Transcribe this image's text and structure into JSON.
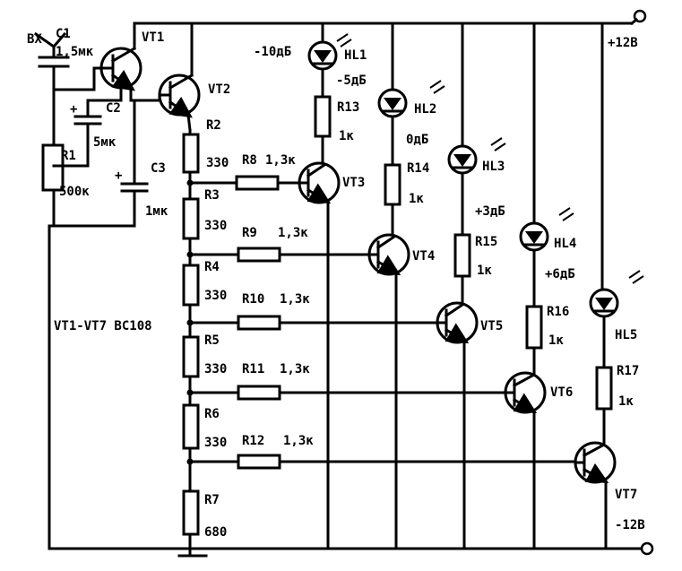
{
  "labels": {
    "input": "ВХ",
    "c1": "C1",
    "c1_val": "1,5мк",
    "c2": "C2",
    "c2_val": "5мк",
    "c3": "C3",
    "c3_val": "1мк",
    "r1": "R1",
    "r1_val": "500к",
    "vt1": "VT1",
    "vt2": "VT2",
    "vt3": "VT3",
    "vt4": "VT4",
    "vt5": "VT5",
    "vt6": "VT6",
    "vt7": "VT7",
    "r2": "R2",
    "r2_val": "330",
    "r3": "R3",
    "r3_val": "330",
    "r4": "R4",
    "r4_val": "330",
    "r5": "R5",
    "r5_val": "330",
    "r6": "R6",
    "r6_val": "330",
    "r7": "R7",
    "r7_val": "680",
    "r8": "R8",
    "r8_val": "1,3к",
    "r9": "R9",
    "r9_val": "1,3к",
    "r10": "R10",
    "r10_val": "1,3к",
    "r11": "R11",
    "r11_val": "1,3к",
    "r12": "R12",
    "r12_val": "1,3к",
    "r13": "R13",
    "r13_val": "1к",
    "r14": "R14",
    "r14_val": "1к",
    "r15": "R15",
    "r15_val": "1к",
    "r16": "R16",
    "r16_val": "1к",
    "r17": "R17",
    "r17_val": "1к",
    "hl1": "HL1",
    "hl2": "HL2",
    "hl3": "HL3",
    "hl4": "HL4",
    "hl5": "HL5",
    "db_m10": "-10дБ",
    "db_m5": "-5дБ",
    "db_0": "0дБ",
    "db_p3": "+3дБ",
    "db_p6": "+6дБ",
    "vt_note": "VT1-VT7 BC108",
    "v_plus": "+12В",
    "v_minus": "-12В"
  }
}
